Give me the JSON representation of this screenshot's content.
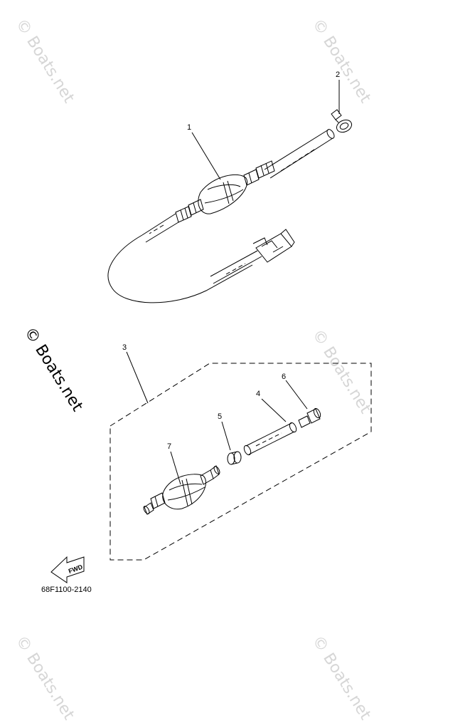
{
  "watermarks": {
    "tl": "© Boats.net",
    "tr": "© Boats.net",
    "left": "© Boats.net",
    "mr": "© Boats.net",
    "bl": "© Boats.net",
    "br": "© Boats.net"
  },
  "callouts": {
    "c1": "1",
    "c2": "2",
    "c3": "3",
    "c4": "4",
    "c5": "5",
    "c6": "6",
    "c7": "7"
  },
  "fwd_label": "FWD",
  "diagram_code": "68F1100-2140"
}
